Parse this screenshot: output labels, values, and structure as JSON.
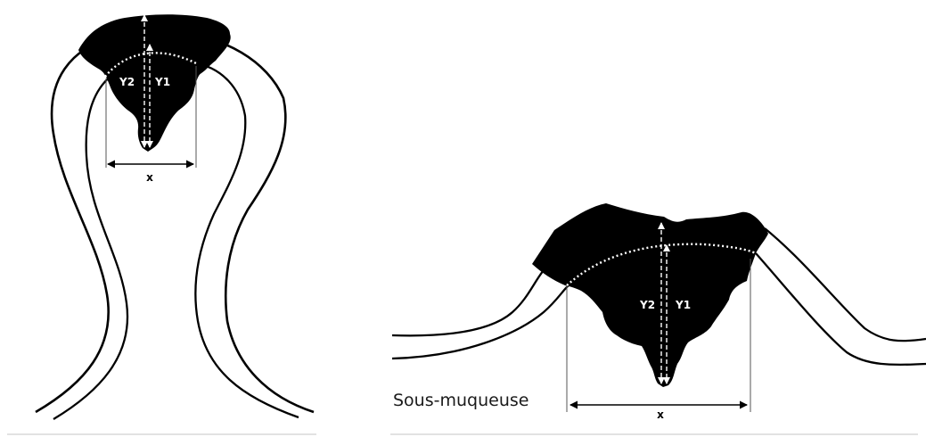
{
  "left_figure": {
    "label_y2": "Y2",
    "label_y1": "Y1",
    "label_x": "x"
  },
  "right_figure": {
    "label_y2": "Y2",
    "label_y1": "Y1",
    "label_x": "x",
    "caption": "Sous-muqueuse"
  },
  "colors": {
    "lesion_fill": "#000000",
    "outline": "#000000",
    "dotted_line": "#ffffff",
    "measure_line": "#555555",
    "divider": "#d9d9d9"
  }
}
